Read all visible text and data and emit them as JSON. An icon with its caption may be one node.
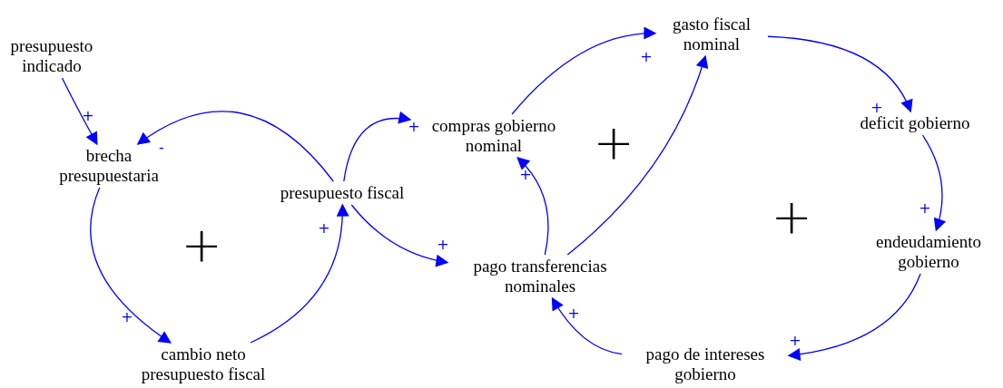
{
  "diagram": {
    "nodes": [
      {
        "text": [
          "presupuesto indicado"
        ]
      },
      {
        "text": [
          "brecha presupuestaria"
        ]
      },
      {
        "text": [
          "cambio neto presupuesto fiscal"
        ]
      },
      {
        "text": [
          "presupuesto fiscal"
        ]
      },
      {
        "text": [
          "compras gobierno nominal"
        ]
      },
      {
        "text": [
          "pago transferencias nominales"
        ]
      },
      {
        "text": [
          "gasto fiscal nominal"
        ]
      },
      {
        "text": [
          "deficit gobierno"
        ]
      },
      {
        "text": [
          "endeudamiento gobierno"
        ]
      },
      {
        "text": [
          "pago de intereses gobierno"
        ]
      }
    ],
    "edges": [
      {
        "from": 0,
        "to": 1,
        "arrow": "to",
        "label": "+"
      },
      {
        "from": 1,
        "to": 2,
        "arrow": "to",
        "label": "+"
      },
      {
        "from": 2,
        "to": 3,
        "arrow": "to",
        "label": "+"
      },
      {
        "from": 3,
        "to": 1,
        "arrow": "to",
        "label": "-"
      },
      {
        "from": 3,
        "to": 4,
        "arrow": "to",
        "label": "+"
      },
      {
        "from": 3,
        "to": 5,
        "arrow": "to",
        "label": "+"
      },
      {
        "from": 4,
        "to": 6,
        "arrow": "to",
        "label": "+"
      },
      {
        "from": 5,
        "to": 4,
        "arrow": "to",
        "label": "+"
      },
      {
        "from": 5,
        "to": 6,
        "arrow": "to"
      },
      {
        "from": 6,
        "to": 7,
        "arrow": "to",
        "label": "+"
      },
      {
        "from": 7,
        "to": 8,
        "arrow": "to",
        "label": "+"
      },
      {
        "from": 8,
        "to": 9,
        "arrow": "to",
        "label": "+"
      },
      {
        "from": 9,
        "to": 5,
        "arrow": "to",
        "label": "+"
      }
    ],
    "labels": [
      "+",
      "+",
      "+"
    ]
  }
}
